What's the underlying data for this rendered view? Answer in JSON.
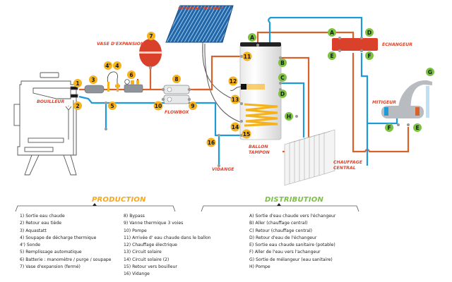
{
  "labels": {
    "panneau_solaire": "PANNEAU SOLAIRE",
    "vase_expansion": "VASE D'EXPANSION",
    "bouilleur": "BOUILLEUR",
    "flowbox": "FLOWBOX",
    "vidange": "VIDANGE",
    "ballon": "BALLON",
    "tampon": "TAMPON",
    "echangeur": "ECHANGEUR",
    "mitigeur": "MITIGEUR",
    "chauffage": "CHAUFFAGE",
    "central": "CENTRAL"
  },
  "badges": {
    "n1": "1",
    "n2": "2",
    "n3": "3",
    "n4": "4",
    "n4p": "4'",
    "n5": "5",
    "n6": "6",
    "n7": "7",
    "n8": "8",
    "n9": "9",
    "n10": "10",
    "n11": "11",
    "n12": "12",
    "n13": "13",
    "n14": "14",
    "n15": "15",
    "n16": "16",
    "A": "A",
    "A2": "A",
    "B": "B",
    "C": "C",
    "D": "D",
    "D2": "D",
    "E": "E",
    "E2": "E",
    "F": "F",
    "F2": "F",
    "G": "G",
    "H": "H"
  },
  "colors": {
    "hot_pipe": "#d9622b",
    "cold_pipe": "#1e9ad6",
    "production_accent": "#f5a81c",
    "distribution_accent": "#7cc142",
    "label_red": "#e0452b",
    "exchanger": "#d9412b"
  },
  "production": {
    "title": "PRODUCTION",
    "items_col1": [
      "1) Sortie eau chaude",
      "2) Retour eau tiède",
      "3) Aquastatt",
      "4) Soupape de décharge thermique",
      "4') Sonde",
      "5) Remplissage automatique",
      "6) Batterie : manomètre / purge / soupape",
      "7) Vase d'expansion (fermé)"
    ],
    "items_col2": [
      "8) Bypass",
      "9) Vanne thermique 3 voies",
      "10) Pompe",
      "11) Arrivée d' eau chaude dans le ballon",
      "12) Chauffage électrique",
      "13) Circuit solaire",
      "14) Circuit solaire (2)",
      "15) Retour vers bouilleur",
      "16) Vidange"
    ]
  },
  "distribution": {
    "title": "DISTRIBUTION",
    "items": [
      "A) Sortie d'eau chaude vers l'échangeur",
      "B) Aller (chauffage central)",
      "C) Retour (chauffage central)",
      "D) Retour d'eau de l'échangeur",
      "E) Sortie eau chaude sanitaire (potable)",
      "F) Aller de l'eau vers l'achangeur",
      "G) Sortie de mélangeur (eau sanitaire)",
      "H) Pompe"
    ]
  }
}
